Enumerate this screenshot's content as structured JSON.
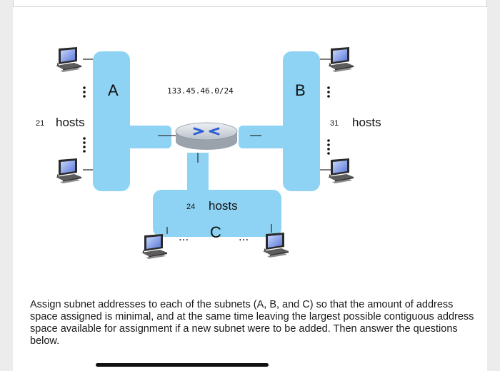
{
  "subnet_a": {
    "name": "A",
    "host_count": "21",
    "hosts_label": "hosts"
  },
  "subnet_b": {
    "name": "B",
    "host_count": "31",
    "hosts_label": "hosts"
  },
  "subnet_c": {
    "name": "C",
    "host_count": "24",
    "hosts_label": "hosts"
  },
  "network_address": "133.45.46.0/24",
  "ellipsis_horizontal": "...",
  "question_text": "Assign subnet addresses to each of the subnets (A, B, and C) so that the amount of address space assigned is minimal, and at the same time leaving the largest possible contiguous address space available for assignment if a new subnet were to be added. Then answer the questions below.",
  "colors": {
    "subnet_fill": "#8fd3f4",
    "router_body": "#c8ced6",
    "router_arrows": "#2f5fd8"
  }
}
